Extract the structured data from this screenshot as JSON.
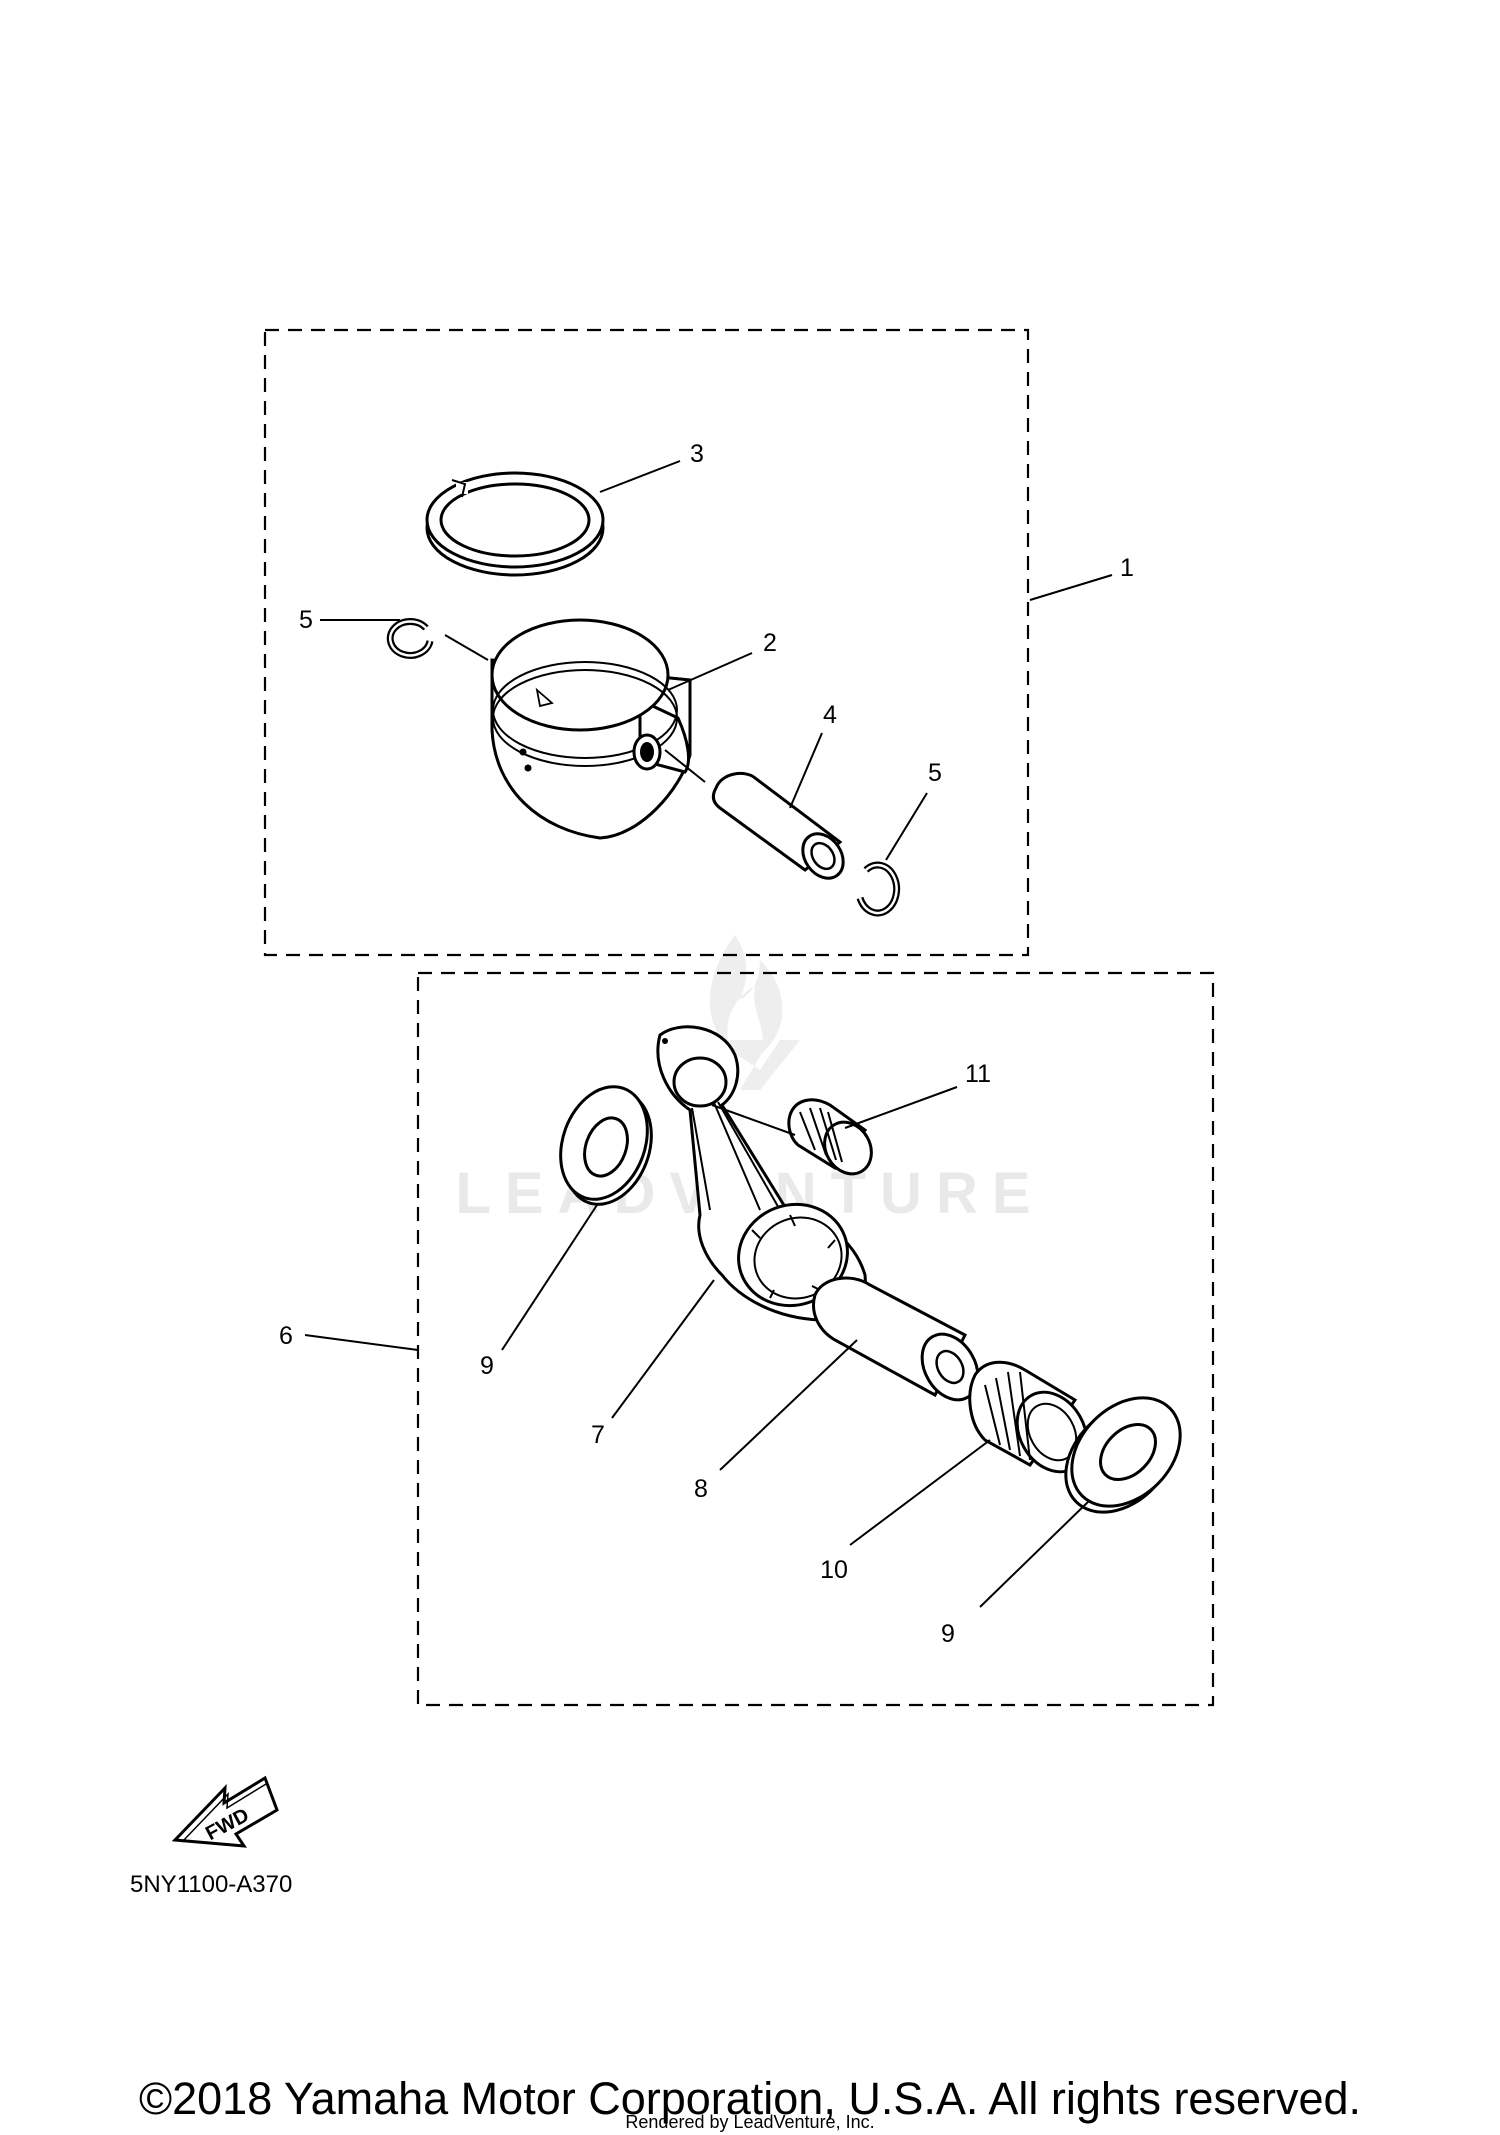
{
  "callouts": {
    "c1": "1",
    "c2": "2",
    "c3": "3",
    "c4": "4",
    "c5a": "5",
    "c5b": "5",
    "c6": "6",
    "c7": "7",
    "c8": "8",
    "c9a": "9",
    "c9b": "9",
    "c10": "10",
    "c11": "11"
  },
  "fwd_label": "FWD",
  "diagram_code": "5NY1100-A370",
  "watermark": "LEADVENTURE",
  "copyright": "©2018 Yamaha Motor Corporation, U.S.A. All rights reserved.",
  "rendered_by": "Rendered by LeadVenture, Inc."
}
